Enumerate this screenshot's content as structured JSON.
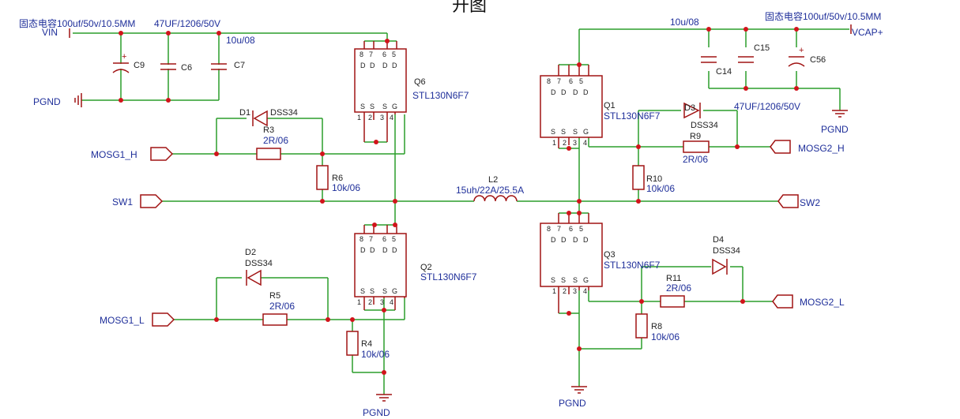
{
  "title": "开图",
  "colors": {
    "wire": "#2b9e2b",
    "part": "#a11313",
    "label": "#1f2f9a",
    "junction": "#d1141b"
  },
  "ports": {
    "vin": "VIN",
    "pgnd_left": "PGND",
    "mosg1_h": "MOSG1_H",
    "sw1": "SW1",
    "mosg1_l": "MOSG1_L",
    "vcap": "VCAP+",
    "mosg2_h": "MOSG2_H",
    "sw2": "SW2",
    "mosg2_l": "MOSG2_L",
    "pgnd_bottom_left": "PGND",
    "pgnd_bottom_right": "PGND",
    "pgnd_right": "PGND"
  },
  "notes": {
    "left_c9": "固态电容100uf/50v/10.5MM",
    "left_c6": "47UF/1206/50V",
    "left_c7": "10u/08",
    "right_c14": "10u/08",
    "right_c56": "固态电容100uf/50v/10.5MM",
    "right_c15": "47UF/1206/50V"
  },
  "caps": {
    "c9": "C9",
    "c6": "C6",
    "c7": "C7",
    "c14": "C14",
    "c15": "C15",
    "c56": "C56"
  },
  "mosfets": {
    "q6": {
      "ref": "Q6",
      "value": "STL130N6F7"
    },
    "q2": {
      "ref": "Q2",
      "value": "STL130N6F7"
    },
    "q1": {
      "ref": "Q1",
      "value": "STL130N6F7"
    },
    "q3": {
      "ref": "Q3",
      "value": "STL130N6F7"
    },
    "pin_top": [
      "8",
      "7",
      "6",
      "5"
    ],
    "pin_d": "D",
    "pin_bottom": [
      "1",
      "2",
      "3",
      "4"
    ],
    "pin_s": "S",
    "pin_g": "G"
  },
  "diodes": {
    "d1": {
      "ref": "D1",
      "value": "DSS34"
    },
    "d2": {
      "ref": "D2",
      "value": "DSS34"
    },
    "d3": {
      "ref": "D3",
      "value": "DSS34"
    },
    "d4": {
      "ref": "D4",
      "value": "DSS34"
    }
  },
  "resistors": {
    "r3": {
      "ref": "R3",
      "value": "2R/06"
    },
    "r6": {
      "ref": "R6",
      "value": "10k/06"
    },
    "r5": {
      "ref": "R5",
      "value": "2R/06"
    },
    "r4": {
      "ref": "R4",
      "value": "10k/06"
    },
    "r9": {
      "ref": "R9",
      "value": "2R/06"
    },
    "r10": {
      "ref": "R10",
      "value": "10k/06"
    },
    "r11": {
      "ref": "R11",
      "value": "2R/06"
    },
    "r8": {
      "ref": "R8",
      "value": "10k/06"
    }
  },
  "inductor": {
    "ref": "L2",
    "value": "15uh/22A/25.5A"
  }
}
